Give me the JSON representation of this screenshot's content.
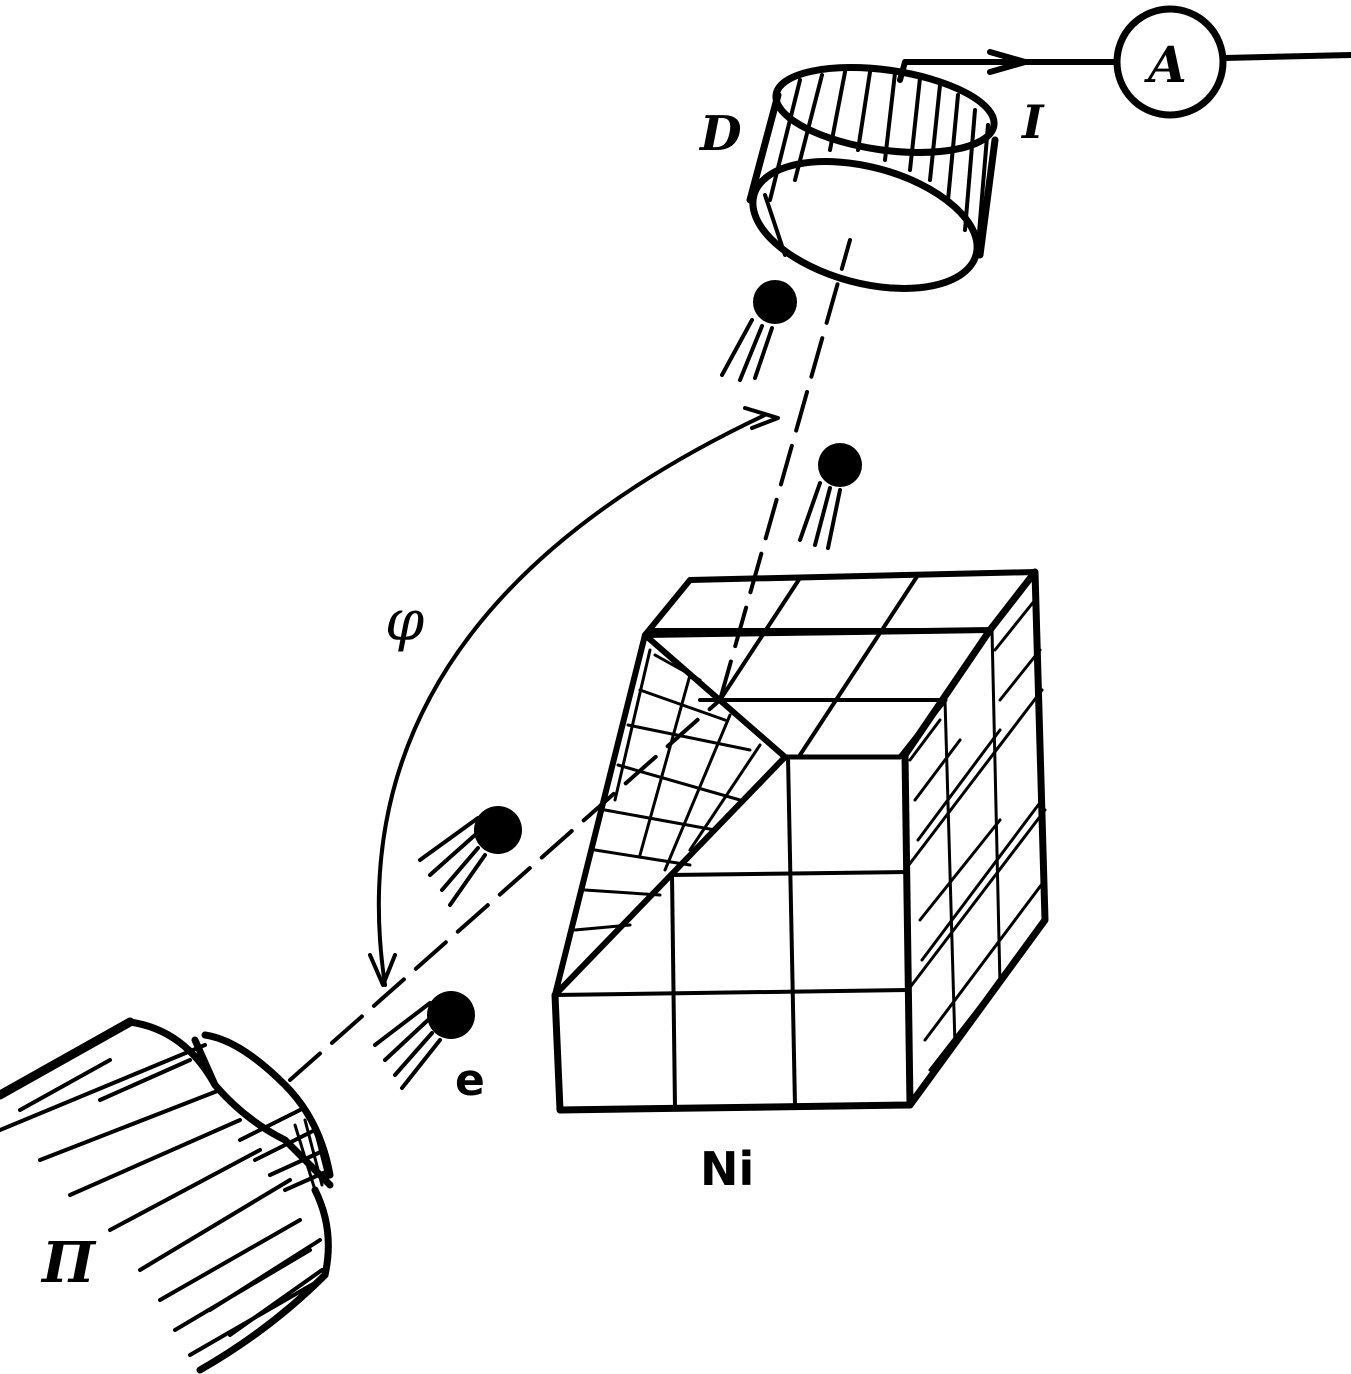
{
  "labels": {
    "detector": "D",
    "current": "I",
    "ammeter": "A",
    "angle": "φ",
    "electron": "e",
    "gun": "П",
    "crystal": "Ni"
  },
  "colors": {
    "ink": "#000000",
    "background": "#ffffff"
  }
}
